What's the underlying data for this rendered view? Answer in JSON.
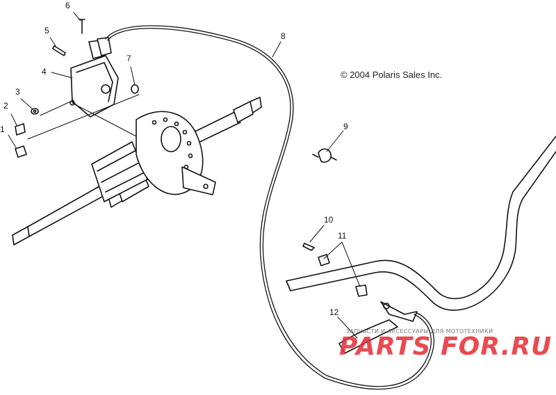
{
  "copyright": "© 2004 Polaris Sales Inc.",
  "callouts": [
    "1",
    "2",
    "3",
    "4",
    "5",
    "6",
    "7",
    "8",
    "9",
    "10",
    "11",
    "12"
  ],
  "watermark": {
    "tagline": "ЗАПЧАСТИ И АКСЕССУАРЫ ДЛЯ МОТОТЕХНИКИ",
    "logo": "PARTS FOR.RU",
    "color": "#e8323a"
  }
}
